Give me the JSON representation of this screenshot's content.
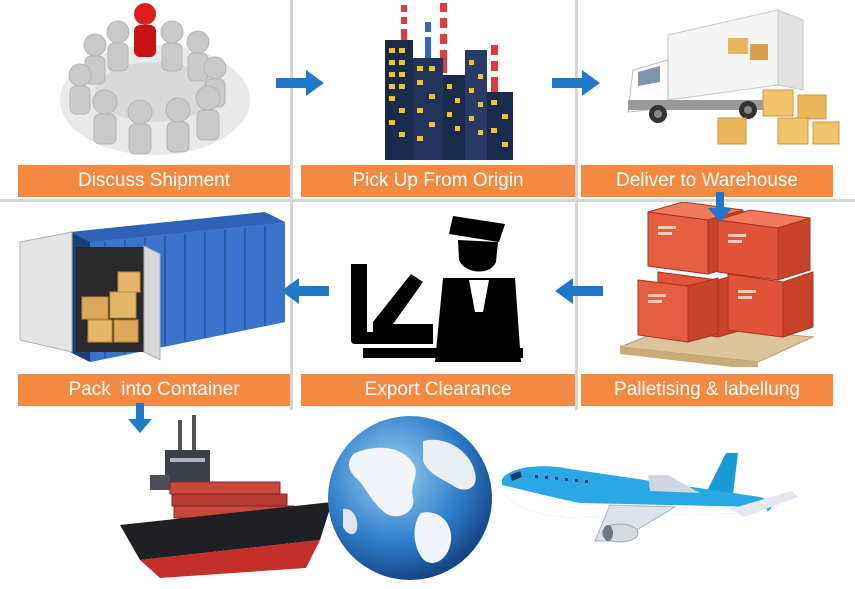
{
  "steps": [
    {
      "label": "Discuss Shipment",
      "icon": "meeting-icon"
    },
    {
      "label": "Pick Up From Origin",
      "icon": "factory-icon"
    },
    {
      "label": "Deliver to Warehouse",
      "icon": "truck-icon"
    },
    {
      "label": "Palletising & labellung",
      "icon": "pallet-boxes-icon"
    },
    {
      "label": "Export Clearance",
      "icon": "customs-officer-icon"
    },
    {
      "label": "Pack  into Container",
      "icon": "shipping-container-icon"
    }
  ],
  "transport": {
    "ship_icon": "cargo-ship-icon",
    "globe_icon": "globe-icon",
    "plane_icon": "airplane-icon"
  },
  "colors": {
    "label_bar": "#f48a41",
    "arrow": "#1f78c8",
    "divider": "#d4d4d4"
  }
}
